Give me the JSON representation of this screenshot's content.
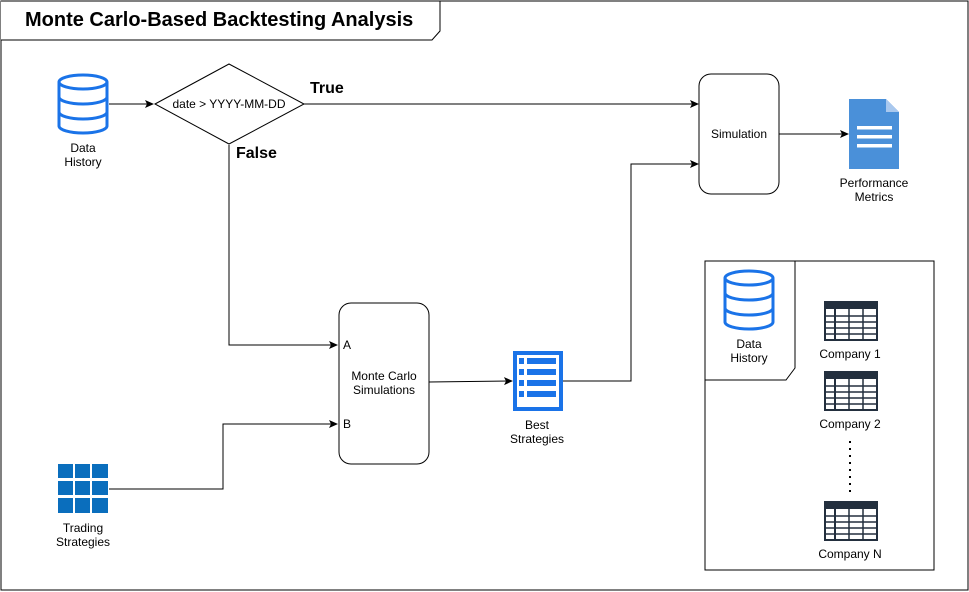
{
  "title": "Monte Carlo-Based Backtesting Analysis",
  "nodes": {
    "data_history": "Data\nHistory",
    "condition": "date > YYYY-MM-DD",
    "true_label": "True",
    "false_label": "False",
    "simulation": "Simulation",
    "performance_metrics": "Performance\nMetrics",
    "monte_carlo": "Monte Carlo\nSimulations",
    "port_a": "A",
    "port_b": "B",
    "best_strategies": "Best\nStrategies",
    "trading_strategies": "Trading\nStrategies"
  },
  "legend": {
    "data_history": "Data\nHistory",
    "companies": [
      "Company 1",
      "Company 2",
      "Company N"
    ]
  },
  "colors": {
    "blue": "#1a73e8",
    "doc_blue": "#4a90d9",
    "grid_blue": "#0a6ebd",
    "table_dark": "#232f3e",
    "stroke": "#000000"
  },
  "icons": {
    "database": "database-icon",
    "document": "document-icon",
    "list": "list-icon",
    "grid": "grid-icon",
    "table": "table-icon"
  }
}
